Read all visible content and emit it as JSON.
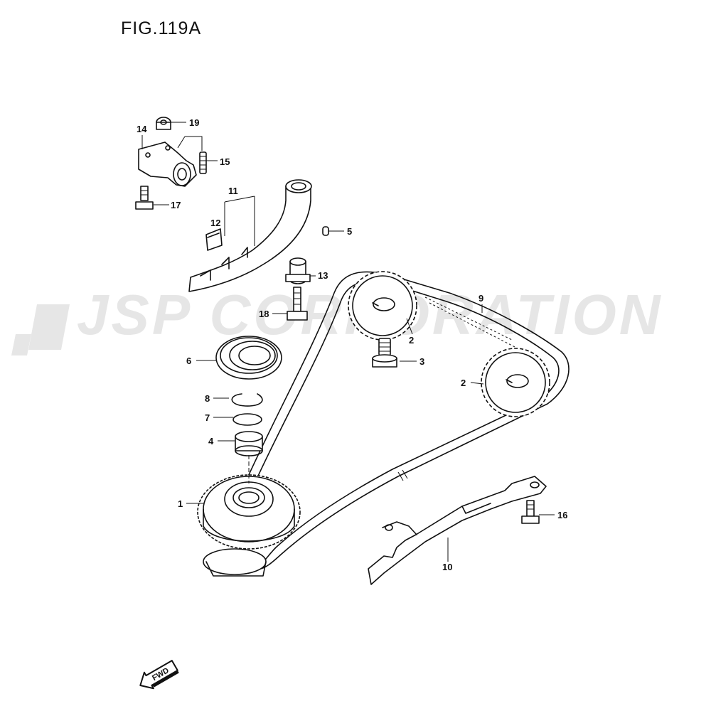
{
  "figure": {
    "title": "FIG.119A"
  },
  "watermark": {
    "text": "JSP CORPORATION",
    "color": "#e6e6e6"
  },
  "direction_marker": {
    "label": "FWD"
  },
  "callouts": [
    {
      "id": "1",
      "label": "1"
    },
    {
      "id": "2a",
      "label": "2"
    },
    {
      "id": "2b",
      "label": "2"
    },
    {
      "id": "3",
      "label": "3"
    },
    {
      "id": "4",
      "label": "4"
    },
    {
      "id": "5",
      "label": "5"
    },
    {
      "id": "6",
      "label": "6"
    },
    {
      "id": "7",
      "label": "7"
    },
    {
      "id": "8",
      "label": "8"
    },
    {
      "id": "9",
      "label": "9"
    },
    {
      "id": "10",
      "label": "10"
    },
    {
      "id": "11",
      "label": "11"
    },
    {
      "id": "12",
      "label": "12"
    },
    {
      "id": "13",
      "label": "13"
    },
    {
      "id": "14",
      "label": "14"
    },
    {
      "id": "15",
      "label": "15"
    },
    {
      "id": "16",
      "label": "16"
    },
    {
      "id": "17",
      "label": "17"
    },
    {
      "id": "18",
      "label": "18"
    },
    {
      "id": "19",
      "label": "19"
    }
  ]
}
